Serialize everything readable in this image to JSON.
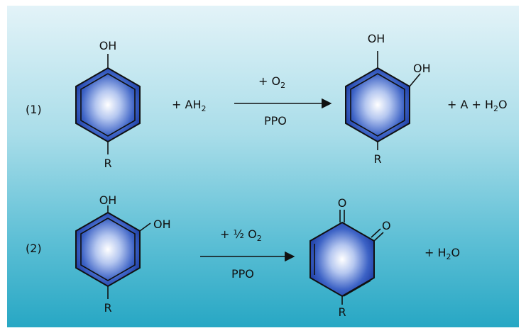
{
  "colors": {
    "ring_center": "#ffffff",
    "ring_edge": "#1f3fa6",
    "arrow": "#111111"
  },
  "reaction1": {
    "number": "(1)",
    "reactant1": {
      "top": "OH",
      "bottom": "R"
    },
    "plus_reagent": "+ AH",
    "plus_reagent_sub": "2",
    "arrow_top": "+ O",
    "arrow_top_sub": "2",
    "arrow_bottom": "PPO",
    "product": {
      "top": "OH",
      "side": "OH",
      "bottom": "R"
    },
    "byproducts": "+ A + H",
    "byproducts_sub": "2",
    "byproducts_tail": "O"
  },
  "reaction2": {
    "number": "(2)",
    "reactant": {
      "top": "OH",
      "side": "OH",
      "bottom": "R"
    },
    "arrow_top": "+ ½ O",
    "arrow_top_sub": "2",
    "arrow_bottom": "PPO",
    "product": {
      "top": "O",
      "side": "O",
      "bottom": "R"
    },
    "byproduct": "+ H",
    "byproduct_sub": "2",
    "byproduct_tail": "O"
  }
}
